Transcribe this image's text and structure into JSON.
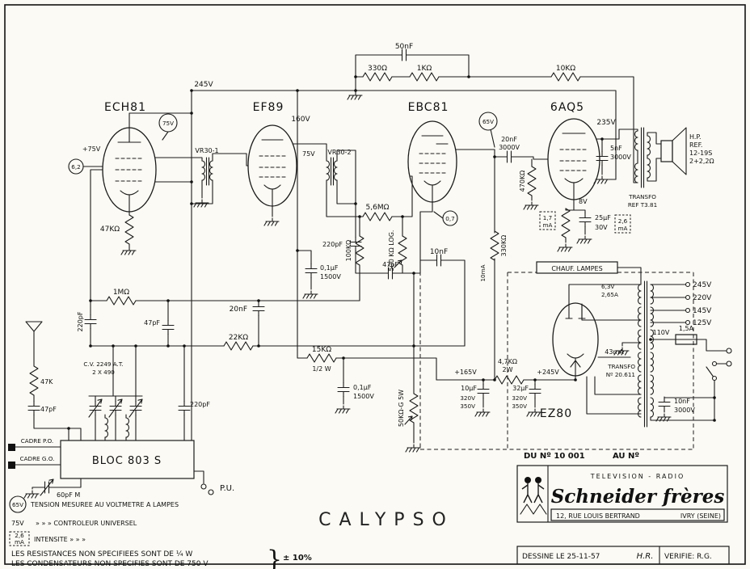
{
  "title": "CALYPSO",
  "tubes": {
    "t1": "ECH81",
    "t2": "EF89",
    "t3": "EBC81",
    "t4": "6AQ5",
    "t5": "EZ80"
  },
  "top": {
    "v245": "245V",
    "c50nf": "50nF",
    "r330": "330Ω",
    "r1k": "1KΩ",
    "r10k": "10KΩ"
  },
  "ech81": {
    "v75_circled": "75V",
    "v75_plus": "+75V",
    "v62_circled": "6,2",
    "r47k": "47KΩ",
    "vr30_1": "VR30-1"
  },
  "ef89": {
    "v160": "160V",
    "v75": "75V",
    "vr30_2": "VR30-2",
    "c20nf": "20nF",
    "c01uf": "0,1μF",
    "c01uf_v": "1500V"
  },
  "ebc81": {
    "v65_circled": "65V",
    "r5m6": "5,6MΩ",
    "c220pf": "220pF",
    "r100k": "100KΩ",
    "pot500k": "500 KΩ LOG.",
    "c10nf": "10nF",
    "c47pf": "47pF",
    "v07_circled": "0,7",
    "r330k": "330KΩ",
    "i10ma": "10mA"
  },
  "aq5": {
    "v235": "235V",
    "c20nf": "20nF",
    "c20nf_v": "3000V",
    "r470k": "470KΩ",
    "c5nf": "5nF",
    "c5nf_v": "3000V",
    "v8": "8V",
    "c25uf": "25μF",
    "c25uf_v": "30V",
    "i17ma_a": "1,7",
    "i17ma_b": "mA",
    "i26ma_a": "2,6",
    "i26ma_b": "mA",
    "transfo_a": "TRANSFO",
    "transfo_b": "REF T3.81",
    "hp_a": "H.P.",
    "hp_b": "REF.",
    "hp_c": "12-19S",
    "hp_d": "2+2,2Ω"
  },
  "agc": {
    "r1m": "1MΩ",
    "c220pf": "220pF",
    "c47pf": "47pF",
    "r22k": "22KΩ",
    "r15k": "15KΩ",
    "r15k_w": "1/2 W",
    "c01uf": "0,1μF",
    "c01uf_v": "1500V"
  },
  "antenna": {
    "r47k": "47K",
    "c47pf": "47pF",
    "cv_a": "C.V. 2249 A.T.",
    "cv_b": "2 X 490",
    "c220pf": "220pF",
    "bloc": "BLOC 803 S",
    "cadre_po": "CADRE P.O.",
    "cadre_go": "CADRE G.O.",
    "pu": "P.U.",
    "c60pf": "60pF M"
  },
  "volume": {
    "pot": "50KΩ-G 5W"
  },
  "psu": {
    "chauf": "CHAUF. LAMPES",
    "v63": "6,3V",
    "a265": "2,65A",
    "i43ma": "43mA",
    "transfo_a": "TRANSFO",
    "transfo_b": "Nº 20.611",
    "v245": "245V",
    "v220": "220V",
    "v145": "145V",
    "v125": "125V",
    "v110": "110V",
    "fuse": "1,5A",
    "v165": "+165V",
    "c10uf": "10μF",
    "c10uf_v1": "320V",
    "c10uf_v2": "350V",
    "v245plus": "+245V",
    "c32uf": "32μF",
    "c32uf_v1": "320V",
    "c32uf_v2": "350V",
    "r4k7": "4,7KΩ",
    "r4k7_w": "2W",
    "c10nf": "10nF",
    "c10nf_v": "3000V"
  },
  "doc": {
    "du_no": "DU Nº 10 001",
    "au_no": "AU Nº",
    "brand_top": "TELEVISION - RADIO",
    "brand": "Schneider frères",
    "address_left": "12, RUE LOUIS BERTRAND",
    "address_right": "IVRY (SEINE)",
    "dessine": "DESSINE LE 25-11-57",
    "initials": "H.R.",
    "verifie": "VERIFIE: R.G."
  },
  "legend": {
    "b1": "65V",
    "l1": "TENSION MESUREE AU VOLTMETRE A LAMPES",
    "b2": "75V",
    "l2": "»       »       »      CONTROLEUR UNIVERSEL",
    "b3a": "2,6",
    "b3b": "mA",
    "l3": "INTENSITE      »       »       »",
    "l4": "LES RESISTANCES NON SPECIFIEES SONT DE ¼ W",
    "l5": "LES CONDENSATEURS NON SPECIFIES SONT DE 750 V",
    "brace": "}",
    "tol": "± 10%"
  }
}
